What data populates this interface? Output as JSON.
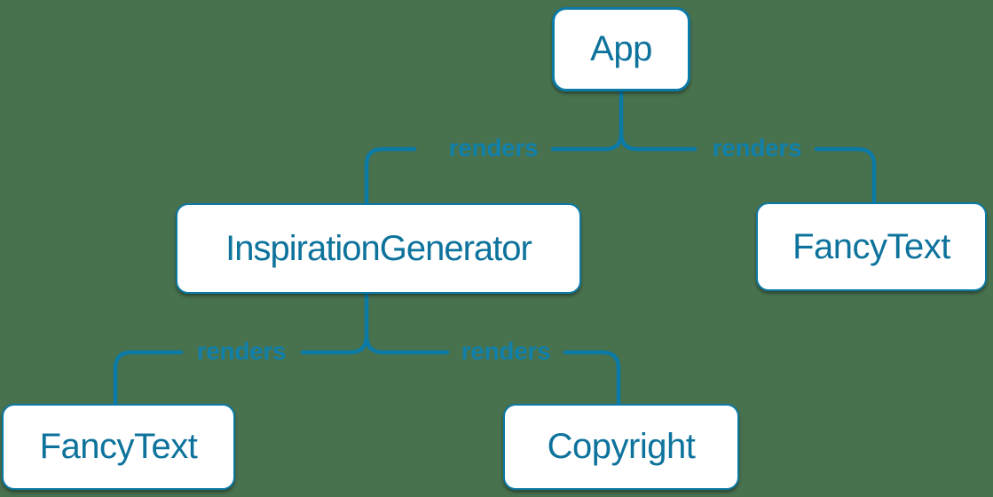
{
  "diagram": {
    "type": "component-render-tree",
    "nodes": [
      {
        "id": "app",
        "label": "App"
      },
      {
        "id": "inspiration-generator",
        "label": "InspirationGenerator"
      },
      {
        "id": "fancy-text-right",
        "label": "FancyText"
      },
      {
        "id": "fancy-text-left",
        "label": "FancyText"
      },
      {
        "id": "copyright",
        "label": "Copyright"
      }
    ],
    "edges": [
      {
        "from": "App",
        "to": "InspirationGenerator",
        "label": "renders"
      },
      {
        "from": "App",
        "to": "FancyText",
        "label": "renders"
      },
      {
        "from": "InspirationGenerator",
        "to": "FancyText",
        "label": "renders"
      },
      {
        "from": "InspirationGenerator",
        "to": "Copyright",
        "label": "renders"
      }
    ],
    "colors": {
      "background": "#48714E",
      "stroke": "#0B7AA6",
      "node_fill": "#FFFFFF",
      "node_border": "#0B7AA6",
      "node_text": "#0E739C",
      "edge_label_text": "#1180AA"
    }
  }
}
